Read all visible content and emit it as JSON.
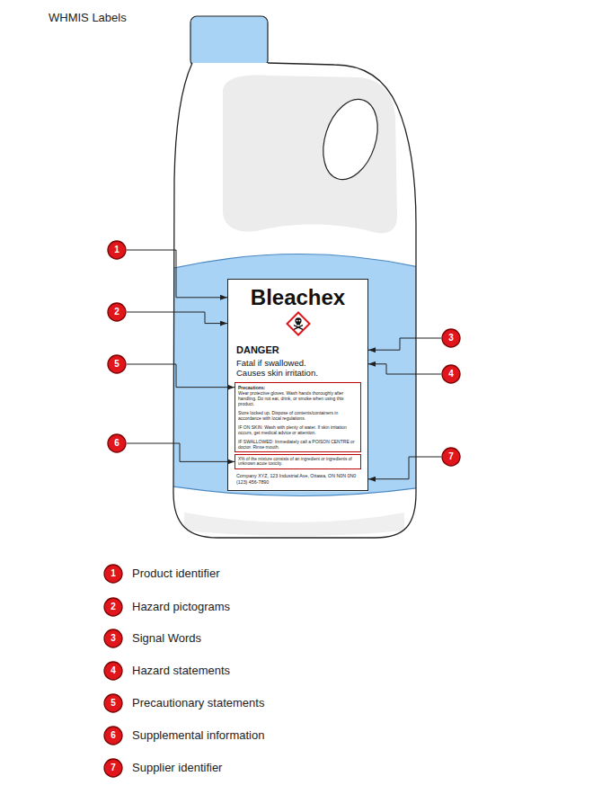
{
  "diagram": {
    "title": "WHMIS Labels",
    "nodes": [
      {
        "text": [
          "Bleachex",
          "DANGER",
          "Fatal if swallowed. Causes skin irritation.",
          "Company XYZ, 123 Industrial Ave, Ottawa, ON N0N 0N0 (123) 456-7890"
        ]
      },
      {
        "text": [
          "Precautions:",
          "Wear protective gloves. Wash hands thoroughly after handling. Do not eat, drink, or smoke when using this product.",
          "Store locked up. Dispose of contents/containers in accordance with local regulations.",
          "IF ON SKIN: Wash with plenty of water. If skin irritation occurs, get medical advice or attention.",
          "IF SWALLOWED: Immediately call a POISON CENTRE or doctor. Rinse mouth."
        ],
        "in": 0
      },
      {
        "text": [
          "X% of the mixture consists of an ingredient or ingredients of unknown acute toxicity."
        ],
        "in": 0
      },
      {
        "text": [
          "1"
        ]
      },
      {
        "text": [
          "2"
        ]
      },
      {
        "text": [
          "3"
        ]
      },
      {
        "text": [
          "4"
        ]
      },
      {
        "text": [
          "5"
        ]
      },
      {
        "text": [
          "6"
        ]
      },
      {
        "text": [
          "7"
        ]
      },
      {
        "text": [
          "1"
        ]
      },
      {
        "text": [
          "2"
        ]
      },
      {
        "text": [
          "3"
        ]
      },
      {
        "text": [
          "4"
        ]
      },
      {
        "text": [
          "5"
        ]
      },
      {
        "text": [
          "6"
        ]
      },
      {
        "text": [
          "7"
        ]
      }
    ],
    "edges": [
      {
        "from": 3,
        "to": 0,
        "arrow": "to"
      },
      {
        "from": 4,
        "to": 0,
        "arrow": "to"
      },
      {
        "from": 5,
        "to": 0,
        "arrow": "to"
      },
      {
        "from": 6,
        "to": 0,
        "arrow": "to"
      },
      {
        "from": 7,
        "to": 1,
        "arrow": "to"
      },
      {
        "from": 8,
        "to": 2,
        "arrow": "to"
      },
      {
        "from": 9,
        "to": 0,
        "arrow": "to"
      }
    ],
    "labels": [
      "Product identifier",
      "Hazard pictograms",
      "Signal Words",
      "Hazard statements",
      "Precautionary statements",
      "Supplemental information",
      "Supplier identifier"
    ]
  }
}
